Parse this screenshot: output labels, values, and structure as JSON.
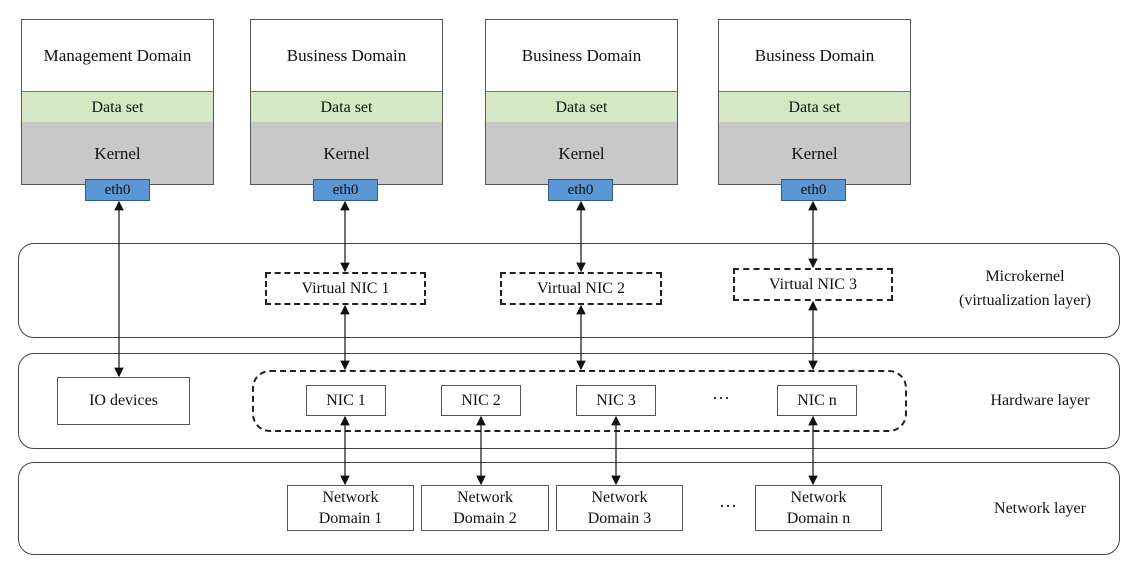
{
  "domains": [
    {
      "title": "Management Domain",
      "dataset": "Data set",
      "kernel": "Kernel",
      "eth": "eth0"
    },
    {
      "title": "Business Domain",
      "dataset": "Data set",
      "kernel": "Kernel",
      "eth": "eth0"
    },
    {
      "title": "Business Domain",
      "dataset": "Data set",
      "kernel": "Kernel",
      "eth": "eth0"
    },
    {
      "title": "Business Domain",
      "dataset": "Data set",
      "kernel": "Kernel",
      "eth": "eth0"
    }
  ],
  "microkernel": {
    "label_line1": "Microkernel",
    "label_line2": "(virtualization layer)",
    "vnics": [
      "Virtual NIC 1",
      "Virtual NIC 2",
      "Virtual NIC 3"
    ]
  },
  "hardware": {
    "label": "Hardware layer",
    "io_devices": "IO devices",
    "nics": [
      "NIC 1",
      "NIC 2",
      "NIC 3",
      "NIC n"
    ],
    "ellipsis": "···"
  },
  "network": {
    "label": "Network layer",
    "domains": [
      {
        "line1": "Network",
        "line2": "Domain 1"
      },
      {
        "line1": "Network",
        "line2": "Domain 2"
      },
      {
        "line1": "Network",
        "line2": "Domain 3"
      },
      {
        "line1": "Network",
        "line2": "Domain n"
      }
    ],
    "ellipsis": "···"
  },
  "colors": {
    "dataset": "#d3e8c3",
    "kernel": "#c8c8c8",
    "eth": "#5b97d5"
  }
}
